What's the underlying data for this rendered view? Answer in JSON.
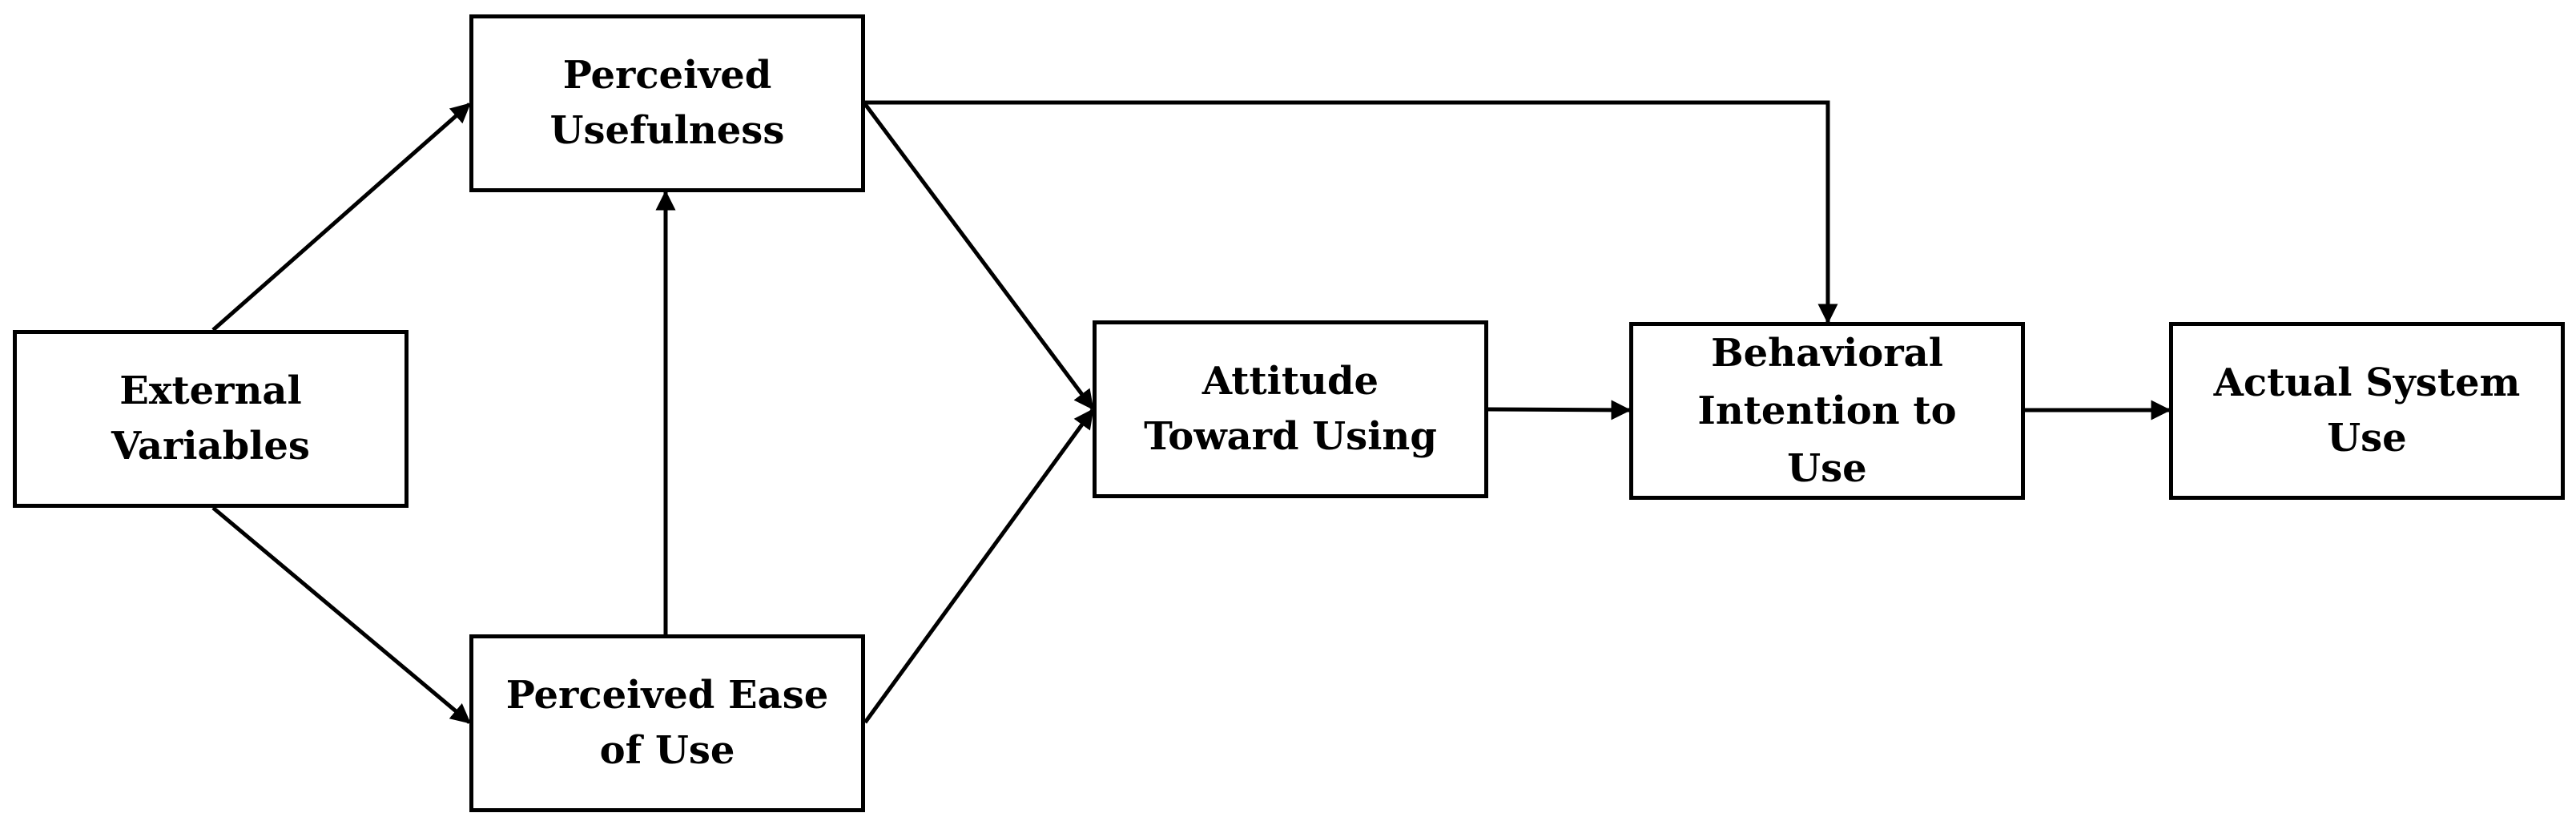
{
  "nodes": {
    "external_variables": "External\nVariables",
    "perceived_usefulness": "Perceived\nUsefulness",
    "perceived_ease_of_use": "Perceived Ease\nof Use",
    "attitude_toward_using": "Attitude\nToward Using",
    "behavioral_intention": "Behavioral\nIntention to\nUse",
    "actual_system_use": "Actual System\nUse"
  },
  "edges": [
    {
      "from": "External Variables",
      "to": "Perceived Usefulness"
    },
    {
      "from": "External Variables",
      "to": "Perceived Ease of Use"
    },
    {
      "from": "Perceived Ease of Use",
      "to": "Perceived Usefulness"
    },
    {
      "from": "Perceived Usefulness",
      "to": "Attitude Toward Using"
    },
    {
      "from": "Perceived Ease of Use",
      "to": "Attitude Toward Using"
    },
    {
      "from": "Perceived Usefulness",
      "to": "Behavioral Intention to Use"
    },
    {
      "from": "Attitude Toward Using",
      "to": "Behavioral Intention to Use"
    },
    {
      "from": "Behavioral Intention to Use",
      "to": "Actual System Use"
    }
  ],
  "colors": {
    "stroke": "#000000",
    "background": "#ffffff",
    "text": "#000000"
  }
}
